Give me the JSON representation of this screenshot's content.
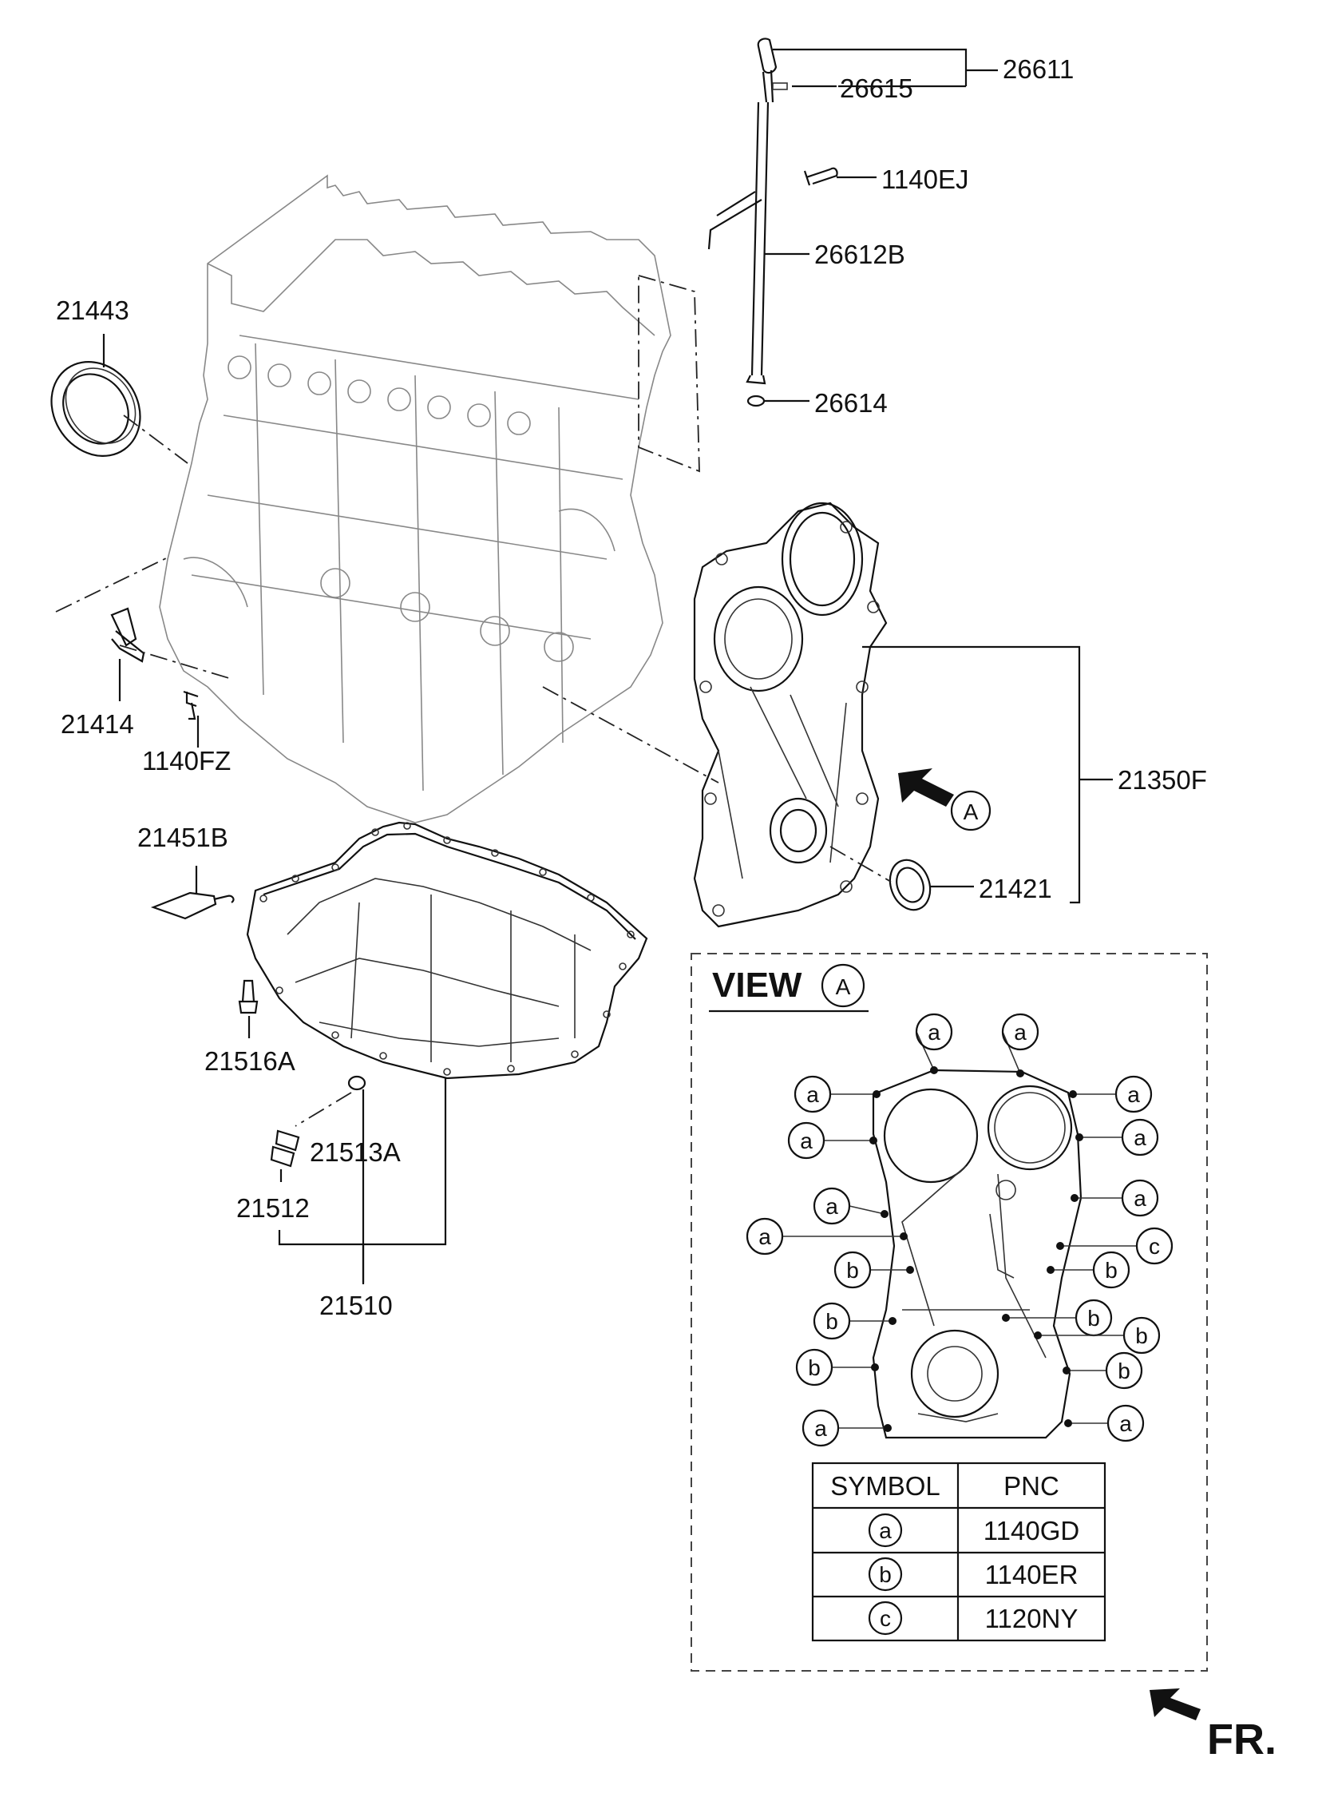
{
  "parts": {
    "p26611": "26611",
    "p26615": "26615",
    "p1140EJ": "1140EJ",
    "p26612B": "26612B",
    "p21443": "21443",
    "p26614": "26614",
    "p21414": "21414",
    "p1140FZ": "1140FZ",
    "p21350F": "21350F",
    "p21451B": "21451B",
    "p21421": "21421",
    "p21516A": "21516A",
    "p21513A": "21513A",
    "p21512": "21512",
    "p21510": "21510"
  },
  "view_marker": "A",
  "view": {
    "title": "VIEW",
    "marker": "A",
    "symbols": {
      "a": "a",
      "b": "b",
      "c": "c"
    }
  },
  "table": {
    "headers": [
      "SYMBOL",
      "PNC"
    ],
    "rows": [
      {
        "symbol": "a",
        "pnc": "1140GD"
      },
      {
        "symbol": "b",
        "pnc": "1140ER"
      },
      {
        "symbol": "c",
        "pnc": "1120NY"
      }
    ]
  },
  "direction": "FR."
}
